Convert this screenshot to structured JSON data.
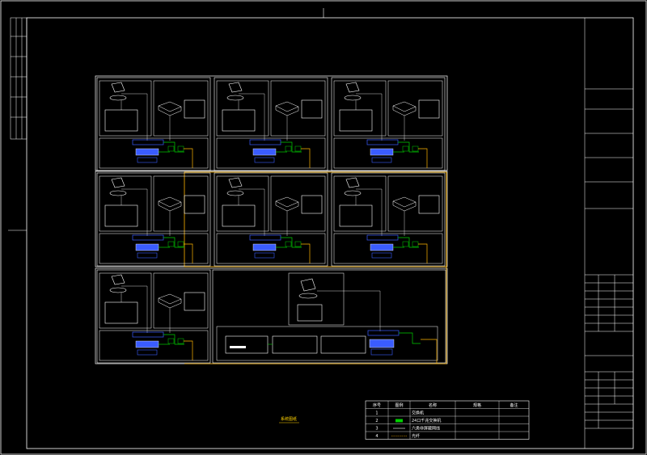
{
  "drawing": {
    "caption": "系统图纸",
    "legend": {
      "headers": [
        "序号",
        "图例",
        "名称",
        "规格",
        "备注"
      ],
      "rows": [
        {
          "no": "1",
          "name": "交换机"
        },
        {
          "no": "2",
          "name": "24口千兆交换机"
        },
        {
          "no": "3",
          "name": "六类非屏蔽网线"
        },
        {
          "no": "4",
          "name": "光纤"
        }
      ]
    }
  },
  "colors": {
    "line": "#ffffff",
    "fiber": "#ffb400",
    "cable": "#00d000",
    "device": "#3a5cff"
  }
}
